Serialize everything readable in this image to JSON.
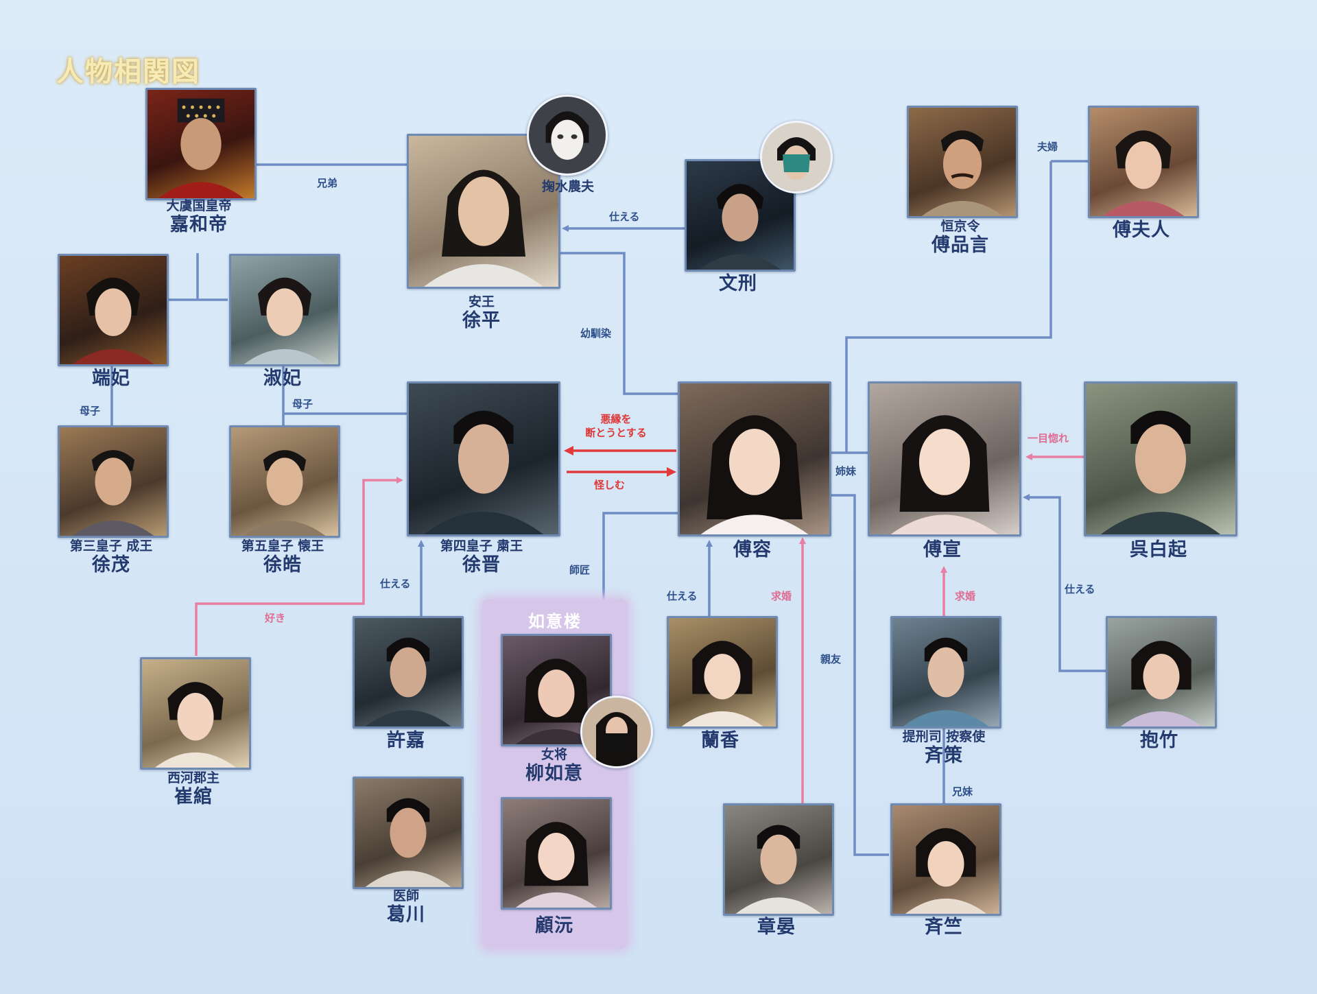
{
  "title": "人物相関図",
  "colors": {
    "background": "#d8e8f6",
    "line_blue": "#6f8cc4",
    "line_pink": "#e87ea1",
    "line_red": "#e23a3a",
    "name_text": "#243a6e",
    "group_bg": "#d6c7ea"
  },
  "characters": {
    "emperor": {
      "role": "大虞国皇帝",
      "name": "嘉和帝"
    },
    "duanfei": {
      "role": "",
      "name": "端妃"
    },
    "shufei": {
      "role": "",
      "name": "淑妃"
    },
    "xumao": {
      "role": "第三皇子 成王",
      "name": "徐茂"
    },
    "xuhao": {
      "role": "第五皇子 懐王",
      "name": "徐皓"
    },
    "xuping": {
      "role": "安王",
      "name": "徐平"
    },
    "xuping_alias": {
      "role": "",
      "name": "掬水農夫"
    },
    "wenxing": {
      "role": "",
      "name": "文刑"
    },
    "xujin": {
      "role": "第四皇子 粛王",
      "name": "徐晋"
    },
    "furong": {
      "role": "",
      "name": "傅容"
    },
    "fuxuan": {
      "role": "",
      "name": "傅宣"
    },
    "fupinyan": {
      "role": "恒京令",
      "name": "傅品言"
    },
    "fufuren": {
      "role": "",
      "name": "傅夫人"
    },
    "wubaiqi": {
      "role": "",
      "name": "呉白起"
    },
    "cuiwan": {
      "role": "西河郡主",
      "name": "崔綰"
    },
    "xujia": {
      "role": "",
      "name": "許嘉"
    },
    "gechuan": {
      "role": "医師",
      "name": "葛川"
    },
    "liuruyi": {
      "role": "女将",
      "name": "柳如意"
    },
    "guyuan": {
      "role": "",
      "name": "顧沅"
    },
    "lanxiang": {
      "role": "",
      "name": "蘭香"
    },
    "zhangyan": {
      "role": "",
      "name": "章晏"
    },
    "qice": {
      "role": "提刑司 按察使",
      "name": "斉策"
    },
    "qizhu": {
      "role": "",
      "name": "斉竺"
    },
    "baozhu": {
      "role": "",
      "name": "抱竹"
    }
  },
  "group": {
    "title": "如意楼"
  },
  "relations": {
    "brothers": "兄弟",
    "serve_xuping": "仕える",
    "couple": "夫婦",
    "childhood": "幼馴染",
    "mother_child_1": "母子",
    "mother_child_2": "母子",
    "break_bad_line1": "悪縁を",
    "break_bad_line2": "断とうとする",
    "suspicious": "怪しむ",
    "sisters": "姉妹",
    "love_first_sight": "一目惚れ",
    "master": "師匠",
    "serve_xujin": "仕える",
    "serve_furong": "仕える",
    "proposal_furong": "求婚",
    "proposal_fuxuan": "求婚",
    "serve_fuxuan": "仕える",
    "likes": "好き",
    "friends": "親友",
    "siblings": "兄妹"
  }
}
